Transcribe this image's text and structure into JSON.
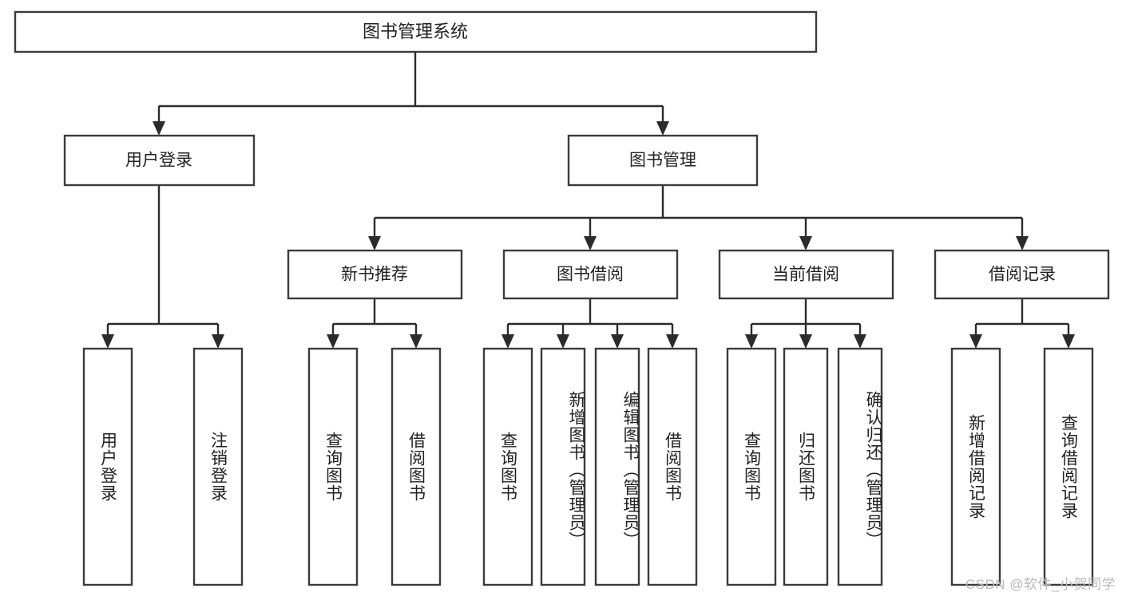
{
  "diagram": {
    "type": "tree-hierarchy-flowchart",
    "root": {
      "id": "root",
      "label": "图书管理系统",
      "orientation": "horizontal"
    },
    "level2": [
      {
        "id": "user-login",
        "label": "用户登录",
        "orientation": "horizontal"
      },
      {
        "id": "book-management",
        "label": "图书管理",
        "orientation": "horizontal"
      }
    ],
    "level3": [
      {
        "id": "new-book-recommend",
        "label": "新书推荐",
        "orientation": "horizontal",
        "parent": "book-management"
      },
      {
        "id": "book-borrow",
        "label": "图书借阅",
        "orientation": "horizontal",
        "parent": "book-management"
      },
      {
        "id": "current-borrow",
        "label": "当前借阅",
        "orientation": "horizontal",
        "parent": "book-management"
      },
      {
        "id": "borrow-record",
        "label": "借阅记录",
        "orientation": "horizontal",
        "parent": "book-management"
      }
    ],
    "leaves": [
      {
        "id": "leaf-user-login",
        "label": "用户登录",
        "parent": "user-login",
        "orientation": "vertical"
      },
      {
        "id": "leaf-user-logout",
        "label": "注销登录",
        "parent": "user-login",
        "orientation": "vertical"
      },
      {
        "id": "leaf-query-book-1",
        "label": "查询图书",
        "parent": "new-book-recommend",
        "orientation": "vertical"
      },
      {
        "id": "leaf-borrow-book-1",
        "label": "借阅图书",
        "parent": "new-book-recommend",
        "orientation": "vertical"
      },
      {
        "id": "leaf-query-book-2",
        "label": "查询图书",
        "parent": "book-borrow",
        "orientation": "vertical"
      },
      {
        "id": "leaf-add-book",
        "label": "新增图书（管理员）",
        "parent": "book-borrow",
        "orientation": "vertical"
      },
      {
        "id": "leaf-edit-book",
        "label": "编辑图书（管理员）",
        "parent": "book-borrow",
        "orientation": "vertical"
      },
      {
        "id": "leaf-borrow-book-2",
        "label": "借阅图书",
        "parent": "book-borrow",
        "orientation": "vertical"
      },
      {
        "id": "leaf-query-book-3",
        "label": "查询图书",
        "parent": "current-borrow",
        "orientation": "vertical"
      },
      {
        "id": "leaf-return-book",
        "label": "归还图书",
        "parent": "current-borrow",
        "orientation": "vertical"
      },
      {
        "id": "leaf-confirm-return",
        "label": "确认归还（管理员）",
        "parent": "current-borrow",
        "orientation": "vertical"
      },
      {
        "id": "leaf-add-record",
        "label": "新增借阅记录",
        "parent": "borrow-record",
        "orientation": "vertical"
      },
      {
        "id": "leaf-query-record",
        "label": "查询借阅记录",
        "parent": "borrow-record",
        "orientation": "vertical"
      }
    ]
  },
  "watermark": {
    "text": "CSDN @软件_小贺同学"
  },
  "colors": {
    "box_stroke": "#3b3b3b",
    "line": "#2b2b2b",
    "text": "#222222",
    "background": "#ffffff",
    "watermark": "#b9b9b9"
  }
}
